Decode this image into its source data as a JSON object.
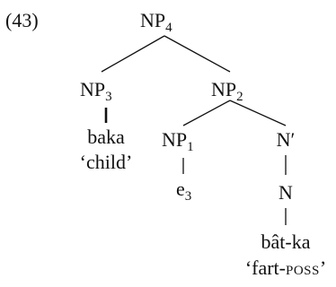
{
  "example_number": "(43)",
  "nodes": {
    "np4": {
      "base": "NP",
      "index": "4"
    },
    "np3": {
      "base": "NP",
      "index": "3"
    },
    "np2": {
      "base": "NP",
      "index": "2"
    },
    "np1": {
      "base": "NP",
      "index": "1"
    },
    "nbar": {
      "label": "N′"
    },
    "n": {
      "label": "N"
    },
    "e3": {
      "base": "e",
      "index": "3"
    },
    "baka": {
      "word": "baka",
      "gloss": "‘child’"
    },
    "batka": {
      "word": "bât-ka",
      "gloss_prefix": "‘fart-",
      "gloss_smallcaps": "poss",
      "gloss_suffix": "’"
    }
  }
}
